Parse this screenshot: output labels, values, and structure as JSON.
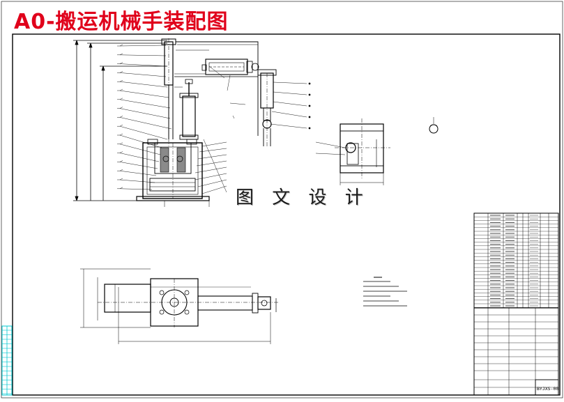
{
  "title": {
    "text": "A0-搬运机械手装配图",
    "color": "#e0001b"
  },
  "watermark": {
    "text": "图 文 设 计",
    "color": "#1a1a1a"
  },
  "palette": {
    "background": "#ffffff",
    "linework": "#000000",
    "margin_strip": "#00c8d0",
    "watermark_shadow": "#bfbfbf"
  },
  "views": {
    "front_view": "robot-arm-front-elevation",
    "side_view": "gripper-side-elevation",
    "top_view": "robot-arm-plan-view",
    "detail": "rotation-direction-symbol"
  },
  "title_block": {
    "drawing_code": "BYJXS-00"
  }
}
